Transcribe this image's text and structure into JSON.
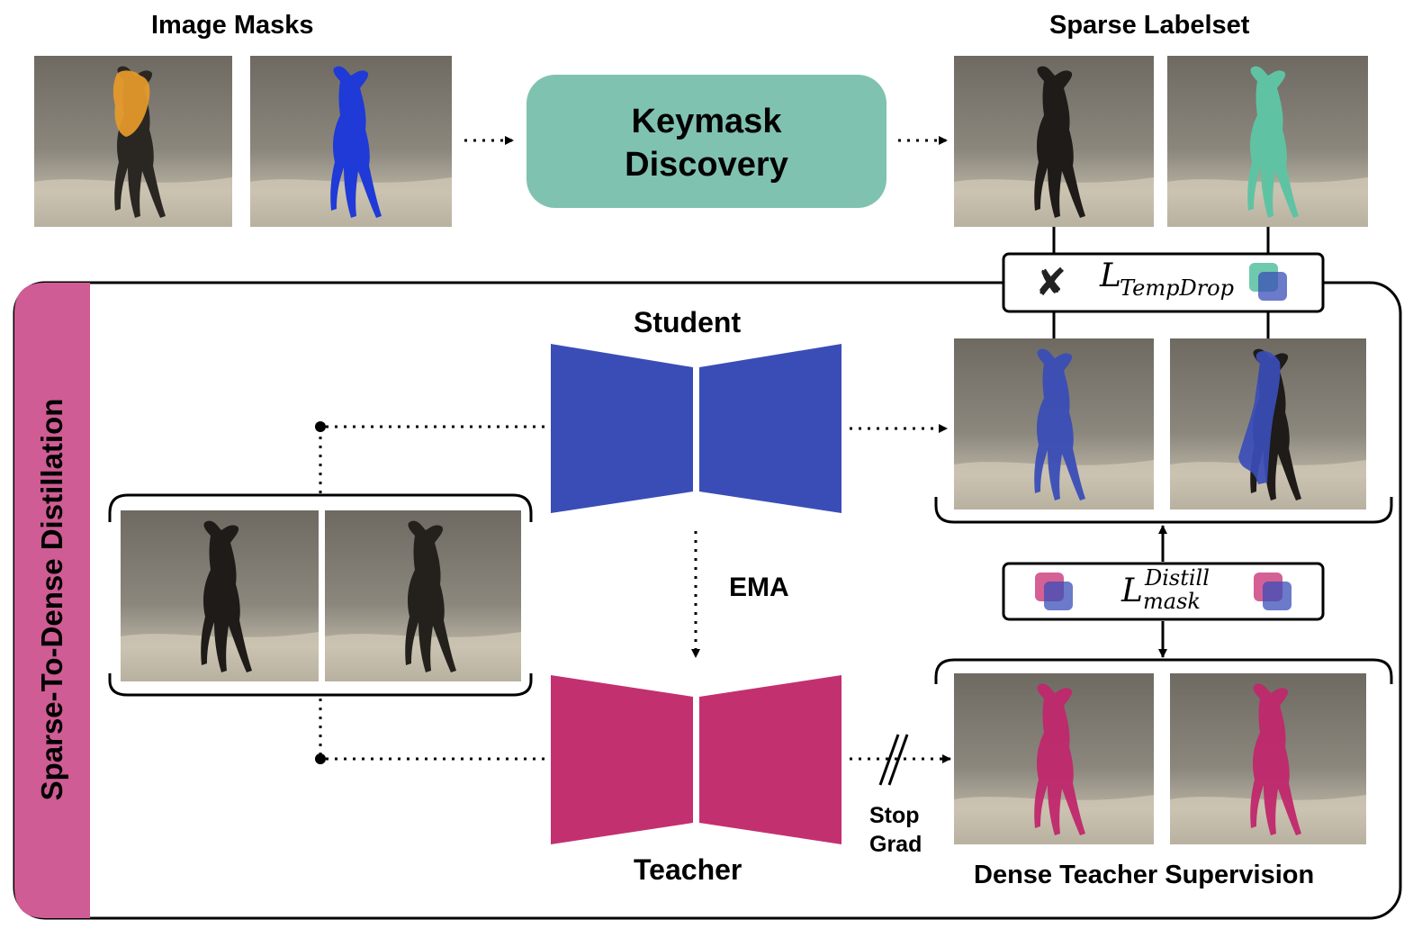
{
  "labels": {
    "image_masks": "Image Masks",
    "sparse_labelset": "Sparse Labelset",
    "keymask_line1": "Keymask",
    "keymask_line2": "Discovery",
    "student": "Student",
    "teacher": "Teacher",
    "ema": "EMA",
    "stop_line1": "Stop",
    "stop_line2": "Grad",
    "dense_supervision": "Dense Teacher Supervision",
    "side_panel": "Sparse-To-Dense Distillation"
  },
  "losses": {
    "temp_drop_main": "L",
    "temp_drop_sub": "TempDrop",
    "distill_main": "L",
    "distill_sup": "Distill",
    "distill_sub": "mask"
  },
  "icons": {
    "cross": "✘"
  },
  "colors": {
    "student": "#3a4db7",
    "teacher": "#c3306f",
    "keymask": "#80c2b0",
    "side_panel": "#cf5c94",
    "mask_orange": "#e89a2a",
    "mask_blue": "#1f3ad6",
    "mask_teal": "#5fc3a3",
    "mask_magenta": "#c0276c"
  }
}
